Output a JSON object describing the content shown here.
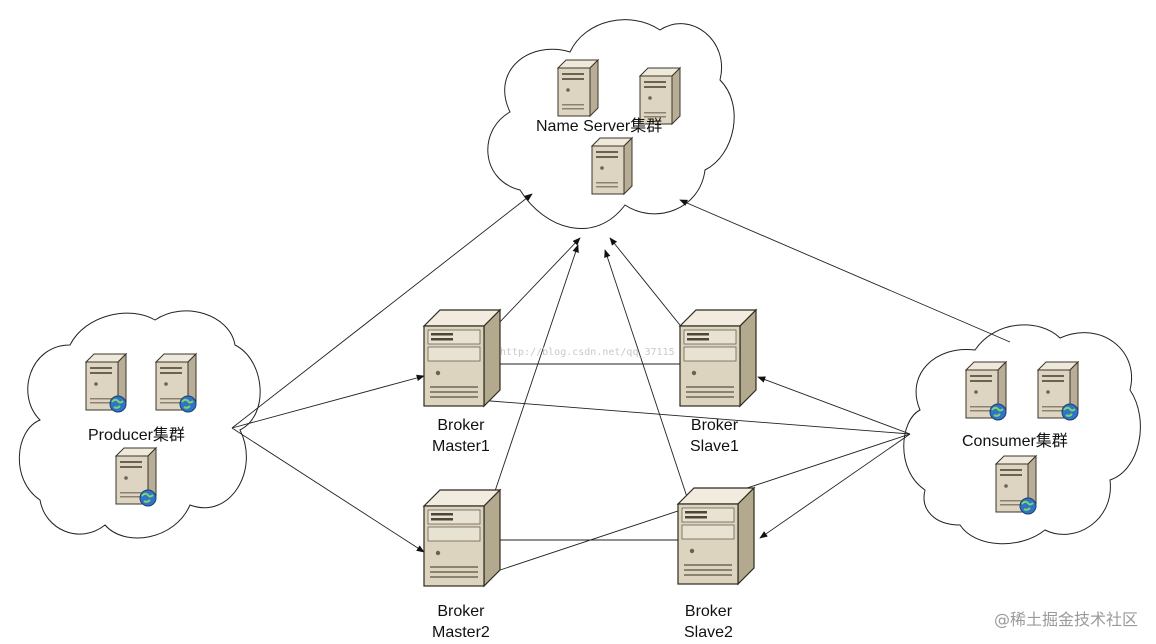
{
  "clusters": {
    "nameserver": {
      "label": "Name Server集群"
    },
    "producer": {
      "label": "Producer集群"
    },
    "consumer": {
      "label": "Consumer集群"
    }
  },
  "brokers": {
    "master1": {
      "line1": "Broker",
      "line2": "Master1"
    },
    "master2": {
      "line1": "Broker",
      "line2": "Master2"
    },
    "slave1": {
      "line1": "Broker",
      "line2": "Slave1"
    },
    "slave2": {
      "line1": "Broker",
      "line2": "Slave2"
    }
  },
  "watermark": "@稀土掘金技术社区",
  "faint_url": "http://blog.csdn.net/qq_37115"
}
